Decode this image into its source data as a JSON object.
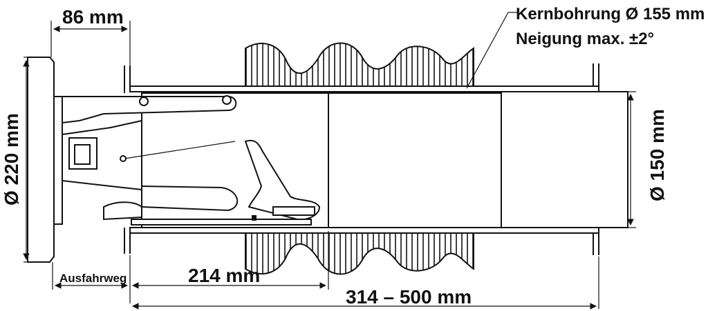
{
  "annotation": {
    "line1": "Kernbohrung Ø 155 mm",
    "line2": "Neigung max. ±2°"
  },
  "dimensions": {
    "top_width": "86 mm",
    "left_diameter": "Ø 220 mm",
    "right_diameter": "Ø 150 mm",
    "travel_label": "Ausfahrweg",
    "inner_length": "214 mm",
    "total_length": "314 – 500 mm"
  }
}
